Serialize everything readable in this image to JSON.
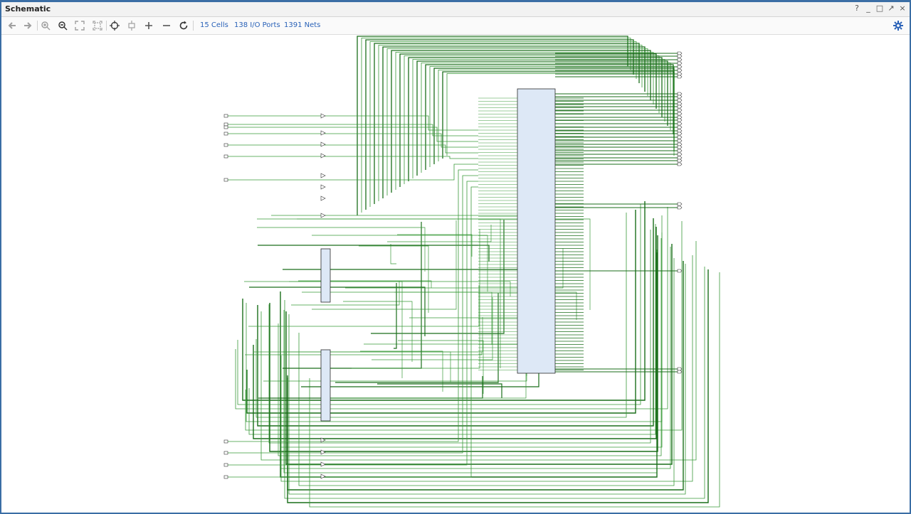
{
  "window": {
    "title": "Schematic",
    "controls": [
      "?",
      "_",
      "□",
      "↗",
      "×"
    ]
  },
  "toolbar": {
    "cells_label": "15 Cells",
    "ports_label": "138 I/O Ports",
    "nets_label": "1391 Nets",
    "icons": [
      "back-icon",
      "forward-icon",
      "zoom-in-icon",
      "zoom-out-icon",
      "zoom-fit-icon",
      "zoom-area-icon",
      "select-icon",
      "collapse-icon",
      "expand-icon",
      "minus-icon",
      "refresh-icon",
      "settings-icon"
    ]
  },
  "schematic": {
    "colors": {
      "wire_dark": "#1a6e1a",
      "wire_light": "#3a9a3a",
      "cell_fill": "#dde8f6",
      "cell_border": "#2a2a2a"
    }
  }
}
